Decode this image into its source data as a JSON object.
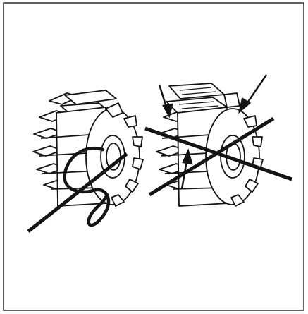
{
  "figure": {
    "subject": "impeller-comparison",
    "colors": {
      "ink": "#141414",
      "paper": "#ffffff",
      "border": "#3a3a3a"
    },
    "panels": [
      {
        "id": "left-impeller",
        "vanes": 12,
        "marking": "curved-mark-with-line",
        "damage": "none"
      },
      {
        "id": "right-impeller",
        "vanes": 12,
        "marking": "cross-out",
        "damage": "bent-and-cracked-vanes",
        "arrows": 3
      }
    ]
  }
}
